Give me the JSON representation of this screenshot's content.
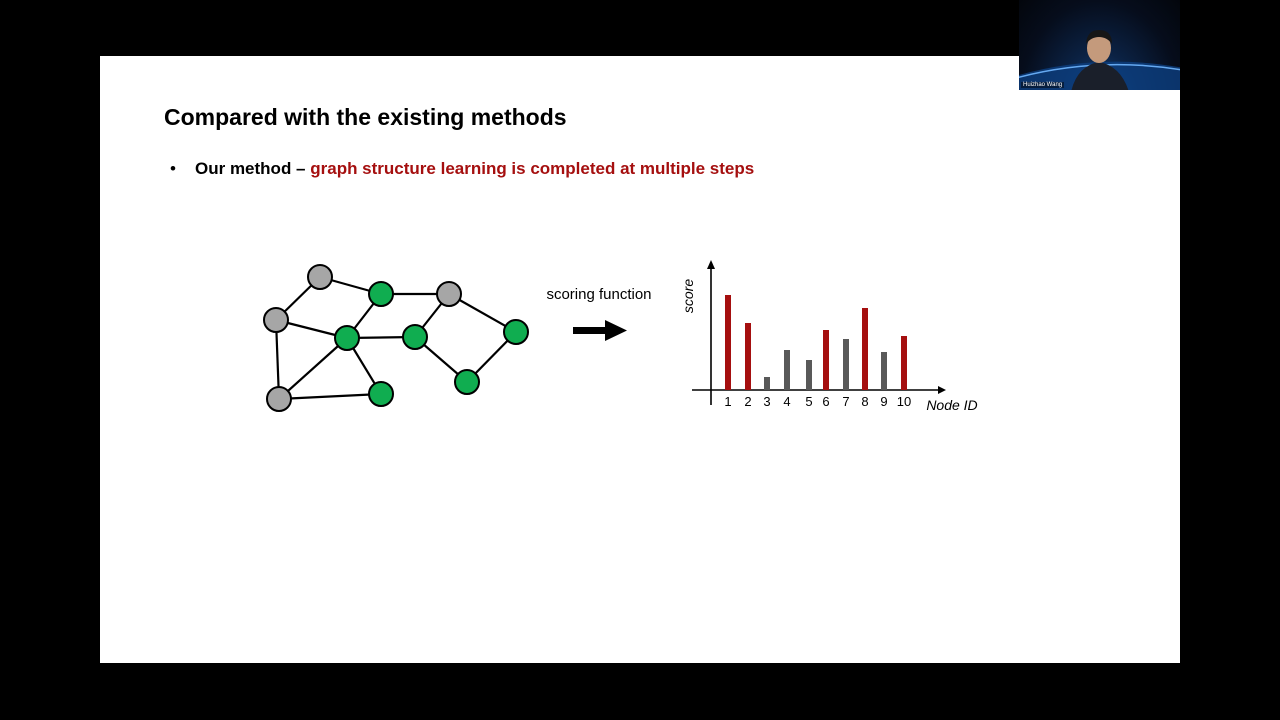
{
  "slide": {
    "title": "Compared with the existing methods",
    "bullet": {
      "marker": "•",
      "lead": "Our method – ",
      "highlight": "graph structure learning is completed at multiple steps"
    },
    "arrow_label": "scoring function"
  },
  "graph": {
    "colors": {
      "selected": "#10ad50",
      "unselected": "#a6a6a6"
    },
    "nodes": [
      {
        "id": "a",
        "state": "unselected"
      },
      {
        "id": "b",
        "state": "selected"
      },
      {
        "id": "c",
        "state": "unselected"
      },
      {
        "id": "d",
        "state": "unselected"
      },
      {
        "id": "e",
        "state": "selected"
      },
      {
        "id": "f",
        "state": "selected"
      },
      {
        "id": "g",
        "state": "selected"
      },
      {
        "id": "h",
        "state": "selected"
      },
      {
        "id": "i",
        "state": "unselected"
      },
      {
        "id": "j",
        "state": "selected"
      }
    ],
    "edges": [
      [
        "a",
        "b"
      ],
      [
        "a",
        "d"
      ],
      [
        "b",
        "c"
      ],
      [
        "b",
        "e"
      ],
      [
        "c",
        "f"
      ],
      [
        "c",
        "g"
      ],
      [
        "d",
        "e"
      ],
      [
        "d",
        "i"
      ],
      [
        "e",
        "f"
      ],
      [
        "e",
        "i"
      ],
      [
        "e",
        "j"
      ],
      [
        "f",
        "h"
      ],
      [
        "g",
        "h"
      ],
      [
        "i",
        "j"
      ]
    ]
  },
  "chart_data": {
    "type": "bar",
    "categories": [
      "1",
      "2",
      "3",
      "4",
      "5",
      "6",
      "7",
      "8",
      "9",
      "10"
    ],
    "values": [
      9.5,
      6.7,
      1.3,
      4.0,
      3.0,
      6.0,
      5.1,
      8.2,
      3.8,
      5.4
    ],
    "highlighted": [
      true,
      true,
      false,
      false,
      false,
      true,
      false,
      true,
      false,
      true
    ],
    "colors": {
      "highlighted": "#a50f0f",
      "other": "#595959"
    },
    "xlabel": "Node ID",
    "ylabel": "score",
    "ylim": [
      0,
      12.5
    ],
    "grid": false
  },
  "webcam": {
    "participant_name": "Huizhao Wang"
  }
}
